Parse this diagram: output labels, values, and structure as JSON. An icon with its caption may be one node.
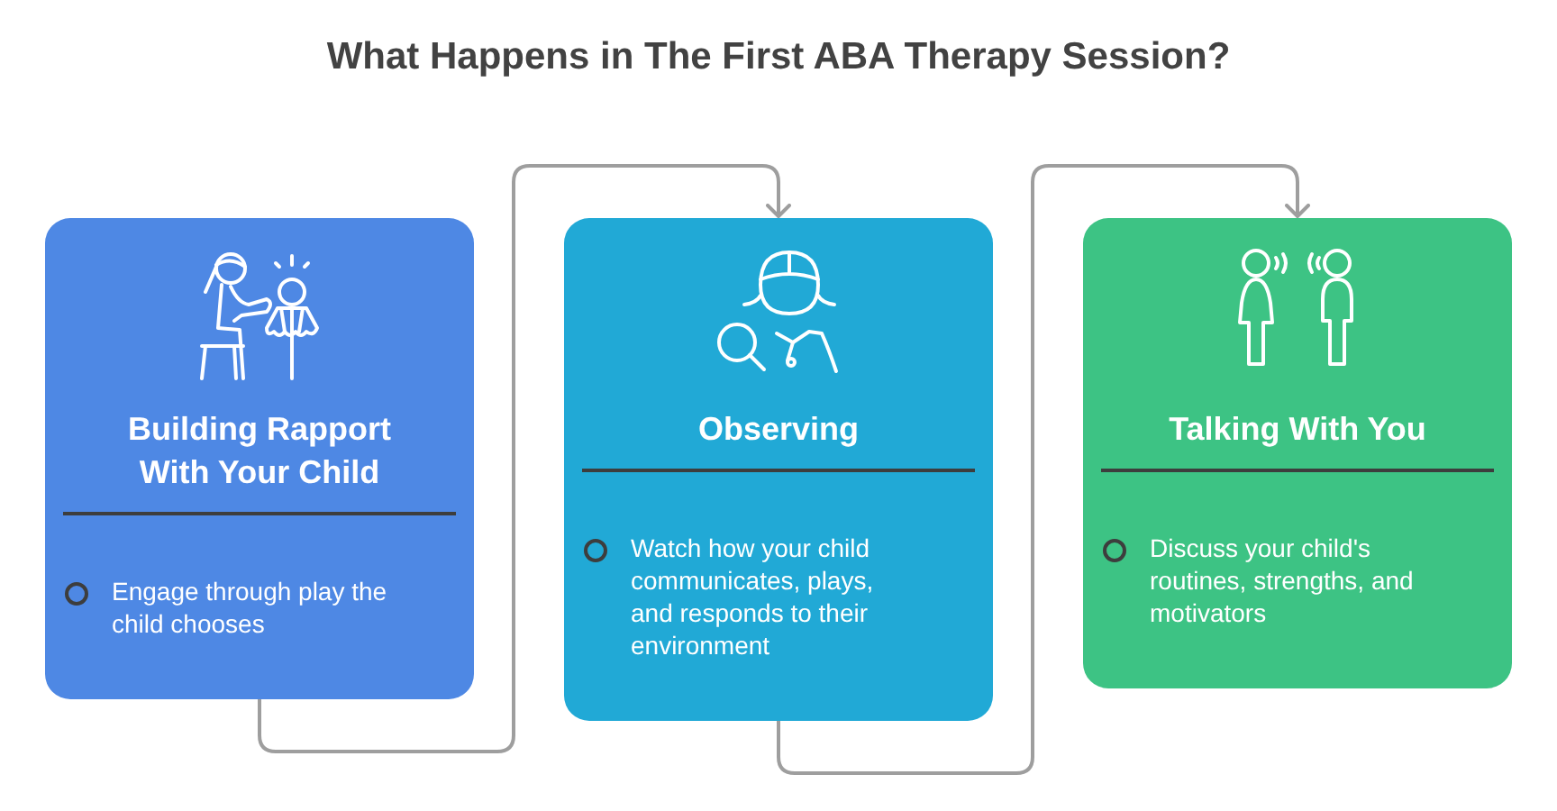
{
  "diagram": {
    "title": "What Happens in The First ABA Therapy Session?",
    "nodes": [
      {
        "text": [
          "Building Rapport With Your Child",
          "Engage through play the child chooses"
        ]
      },
      {
        "text": [
          "Observing",
          "Watch how your child communicates, plays, and responds to their environment"
        ]
      },
      {
        "text": [
          "Talking With You",
          "Discuss your child's routines, strengths, and motivators"
        ]
      }
    ],
    "edges": [
      {
        "from": 0,
        "to": 1,
        "arrow": "to"
      },
      {
        "from": 1,
        "to": 2,
        "arrow": "to"
      }
    ]
  }
}
